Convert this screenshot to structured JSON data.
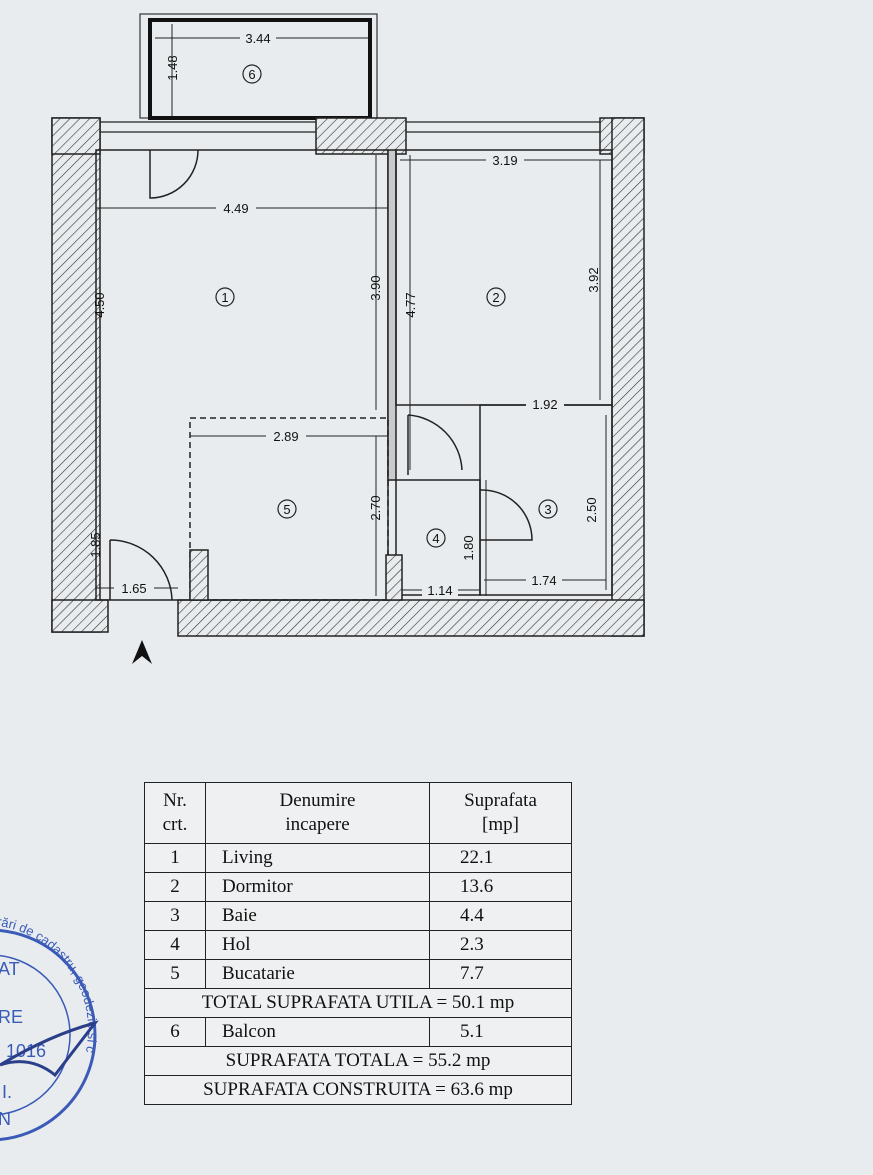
{
  "plan": {
    "dimensions": {
      "balcony_width": "3.44",
      "balcony_depth": "1.48",
      "living_width": "4.49",
      "living_height": "4.50",
      "living_inner_height": "3.90",
      "bedroom_width": "3.19",
      "bedroom_height_left": "4.77",
      "bedroom_height_right": "3.92",
      "bath_top_width": "1.92",
      "kitchen_width": "2.89",
      "kitchen_height": "2.70",
      "entry_width": "1.65",
      "entry_height": "1.85",
      "hall_width": "1.14",
      "hall_height": "1.80",
      "bath_width": "1.74",
      "bath_height": "2.50"
    },
    "room_numbers": {
      "living": "1",
      "bedroom": "2",
      "bath": "3",
      "hall": "4",
      "kitchen": "5",
      "balcony": "6"
    },
    "north_arrow_icon": "arrow-up-icon"
  },
  "table": {
    "header": {
      "nr": [
        "Nr.",
        "crt."
      ],
      "name": [
        "Denumire",
        "incapere"
      ],
      "area": [
        "Suprafata",
        "[mp]"
      ]
    },
    "rows": [
      {
        "nr": "1",
        "name": "Living",
        "area": "22.1"
      },
      {
        "nr": "2",
        "name": "Dormitor",
        "area": "13.6"
      },
      {
        "nr": "3",
        "name": "Baie",
        "area": "4.4"
      },
      {
        "nr": "4",
        "name": "Hol",
        "area": "2.3"
      },
      {
        "nr": "5",
        "name": "Bucatarie",
        "area": "7.7"
      }
    ],
    "total_utila": "TOTAL SUPRAFATA UTILA = 50.1 mp",
    "balcony_row": {
      "nr": "6",
      "name": "Balcon",
      "area": "5.1"
    },
    "suprafata_totala": "SUPRAFATA TOTALA = 55.2 mp",
    "suprafata_construita": "SUPRAFATA CONSTRUITA = 63.6 mp"
  },
  "stamp": {
    "ring_text": "crări de cadastru, geodezie și cartografie",
    "lines": [
      "AT",
      "RE",
      "1016",
      "I.",
      "N"
    ],
    "color": "#3a5bb8"
  }
}
